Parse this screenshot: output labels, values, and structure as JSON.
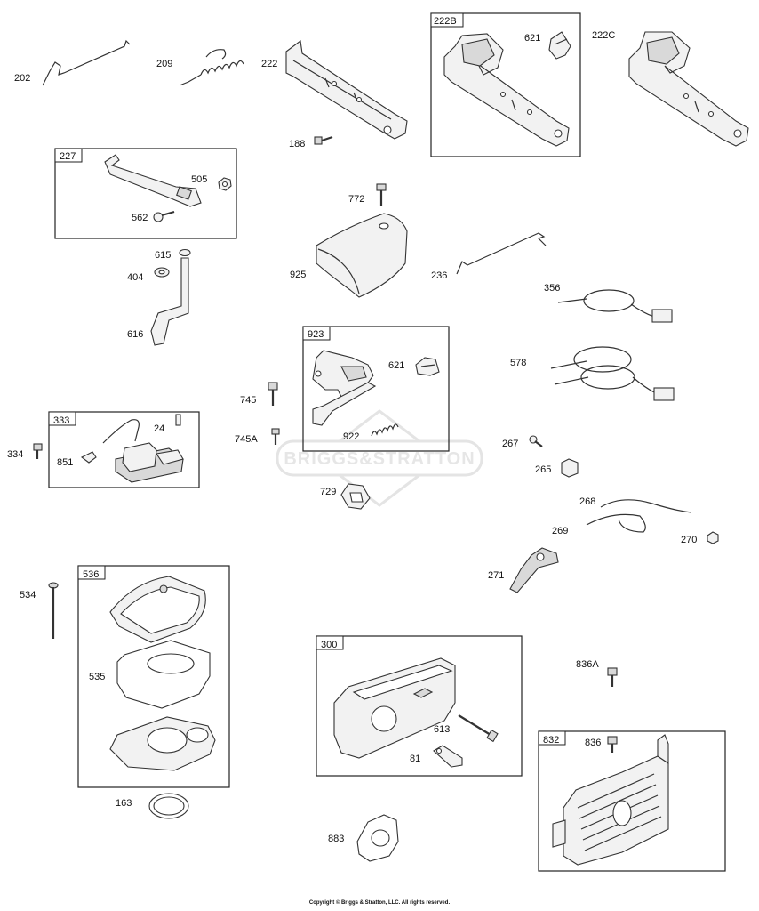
{
  "diagram": {
    "labels": {
      "p202": "202",
      "p209": "209",
      "p222": "222",
      "p188": "188",
      "p222B": "222B",
      "p621a": "621",
      "p222C": "222C",
      "p227": "227",
      "p505": "505",
      "p562": "562",
      "p615": "615",
      "p404": "404",
      "p616": "616",
      "p772": "772",
      "p925": "925",
      "p236": "236",
      "p356": "356",
      "p578": "578",
      "p923": "923",
      "p621b": "621",
      "p922": "922",
      "p745": "745",
      "p745A": "745A",
      "p729": "729",
      "p333": "333",
      "p24": "24",
      "p334": "334",
      "p851": "851",
      "p267": "267",
      "p265": "265",
      "p268": "268",
      "p269": "269",
      "p270": "270",
      "p271": "271",
      "p534": "534",
      "p536": "536",
      "p535": "535",
      "p163": "163",
      "p300": "300",
      "p613": "613",
      "p81": "81",
      "p883": "883",
      "p836A": "836A",
      "p832": "832",
      "p836": "836"
    },
    "watermark": "BRIGGS&STRATTON",
    "copyright": "Copyright © Briggs & Stratton, LLC. All rights reserved."
  }
}
